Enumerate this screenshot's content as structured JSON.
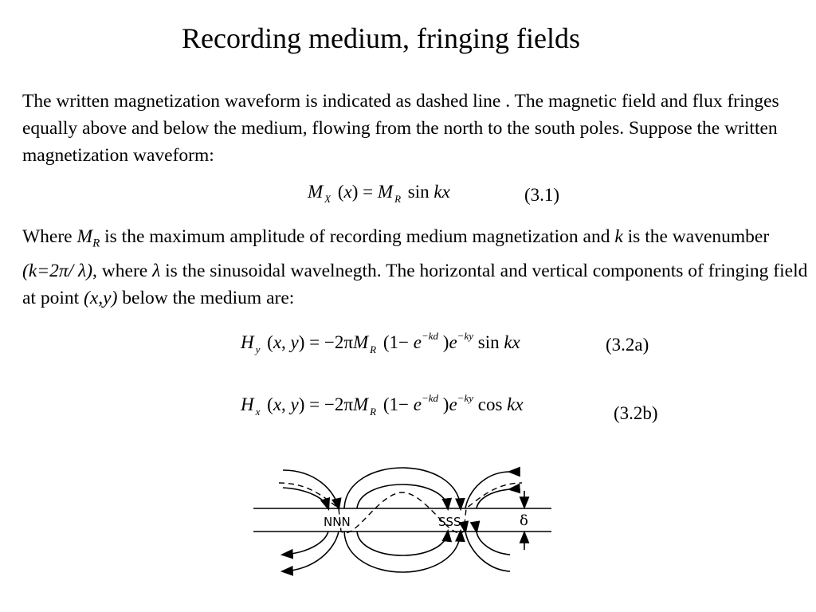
{
  "slide": {
    "title": "Recording medium, fringing fields",
    "p1": "The written magnetization waveform is indicated as dashed line . The magnetic field and flux fringes equally above and below the medium, flowing from the north to the south poles. Suppose the written magnetization waveform:",
    "p2": {
      "t1": "Where ",
      "mr": "M",
      "mr_sub": "R",
      "t2": " is the maximum amplitude of recording medium  magnetization and ",
      "k": "k",
      "t3": " is the wavenumber ",
      "kdef": "(k=2π/ λ)",
      "t4": ", where ",
      "lambda": "λ",
      "t5": " is the sinusoidal wavelnegth. The horizontal and vertical components of fringing field at point ",
      "xy": "(x,y)",
      "t6": " below the medium are:"
    }
  },
  "equations": {
    "eq1": {
      "number": "(3.1)"
    },
    "eq2a": {
      "number": "(3.2a)"
    },
    "eq2b": {
      "number": "(3.2b)"
    }
  },
  "figure": {
    "north_label": "NNN",
    "south_label": "SSS",
    "delta_label": "δ"
  }
}
